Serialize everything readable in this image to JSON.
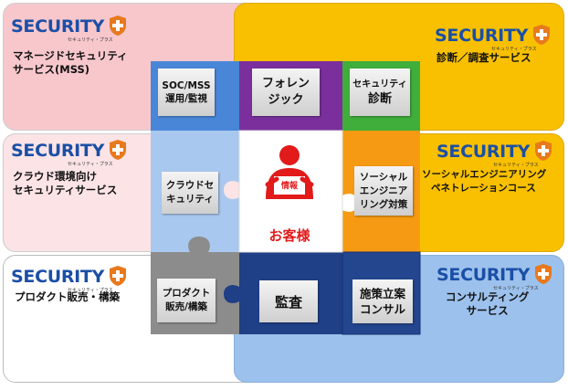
{
  "logo": {
    "text": "SECURITY",
    "subtext": "セキュリティ・プラス"
  },
  "services": {
    "mss": [
      "マネージドセキュリティ",
      "サービス(MSS)"
    ],
    "diagnosis": [
      "診断／調査サービス"
    ],
    "cloud": [
      "クラウド環境向け",
      "セキュリティサービス"
    ],
    "social": [
      "ソーシャルエンジニアリング",
      "ペネトレーションコース"
    ],
    "product": [
      "プロダクト販売・構築"
    ],
    "consulting": [
      "コンサルティング",
      "サービス"
    ]
  },
  "pieces": {
    "soc": [
      "SOC/MSS",
      "運用/監視"
    ],
    "forensic": [
      "フォレン",
      "ジック"
    ],
    "secdiag": [
      "セキュリティ",
      "診断"
    ],
    "cloudsec": [
      "クラウドセ",
      "キュリティ"
    ],
    "social": [
      "ソーシャル",
      "エンジニア",
      "リング対策"
    ],
    "product": [
      "プロダクト",
      "販売/構築"
    ],
    "audit": [
      "監査"
    ],
    "policy": [
      "施策立案",
      "コンサル"
    ]
  },
  "center": {
    "badge": "情報",
    "label": "お客様"
  },
  "colors": {
    "pink_tile": "#f7c7cc",
    "light_pink_tile": "#fbe3e6",
    "yellow_tile": "#f8c000",
    "white_tile": "#ffffff",
    "blue_tile": "#9cc1ec",
    "piece_blue": "#4a86d8",
    "piece_purple": "#7a2f9c",
    "piece_green": "#3fae3a",
    "piece_light_blue": "#a9c8ef",
    "piece_orange": "#f59a12",
    "piece_gray": "#8c8c8c",
    "piece_navy": "#1f3f86",
    "customer_red": "#e21a1a"
  }
}
